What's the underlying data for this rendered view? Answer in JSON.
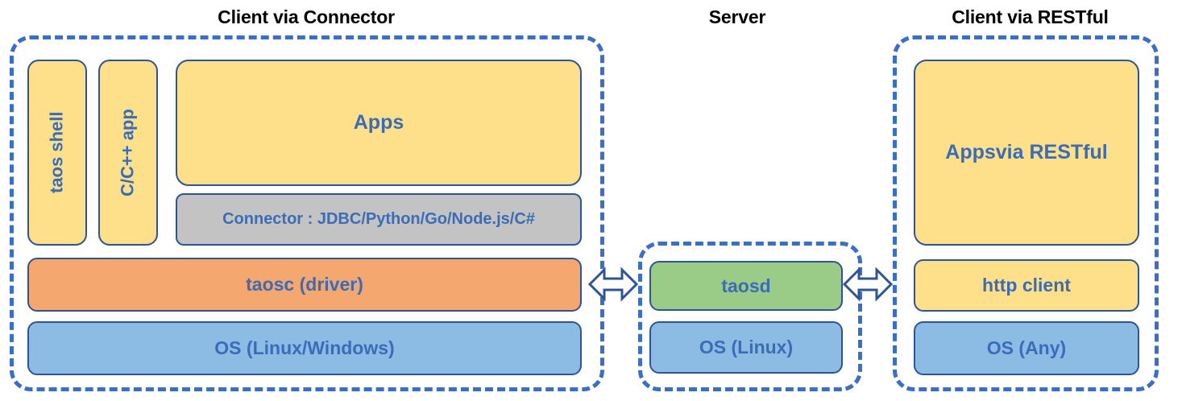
{
  "diagram": {
    "title": "TDengine architecture: client, server and RESTful access paths",
    "sections": [
      {
        "id": "client-connector",
        "title": "Client via Connector",
        "boxes": [
          {
            "id": "taos-shell",
            "label": "taos shell",
            "color": "#fee08a",
            "orientation": "vertical"
          },
          {
            "id": "cpp-app",
            "label": "C/C++ app",
            "color": "#fee08a",
            "orientation": "vertical"
          },
          {
            "id": "apps",
            "label": "Apps",
            "color": "#fee08a",
            "orientation": "horizontal"
          },
          {
            "id": "connector",
            "label": "Connector : JDBC/Python/Go/Node.js/C#",
            "color": "#c3c3c3",
            "orientation": "horizontal"
          },
          {
            "id": "taosc",
            "label": "taosc (driver)",
            "color": "#f4a76e",
            "orientation": "horizontal"
          },
          {
            "id": "os-client",
            "label": "OS (Linux/Windows)",
            "color": "#8cbce4",
            "orientation": "horizontal"
          }
        ]
      },
      {
        "id": "server",
        "title": "Server",
        "boxes": [
          {
            "id": "taosd",
            "label": "taosd",
            "color": "#9acb87",
            "orientation": "horizontal"
          },
          {
            "id": "os-linux",
            "label": "OS (Linux)",
            "color": "#8cbce4",
            "orientation": "horizontal"
          }
        ]
      },
      {
        "id": "client-restful",
        "title": "Client via RESTful",
        "boxes": [
          {
            "id": "apps-restful",
            "label": "Apps\nvia RESTful",
            "line1": "Apps",
            "line2": "via RESTful",
            "color": "#fee08a",
            "orientation": "horizontal"
          },
          {
            "id": "http-client",
            "label": "http client",
            "color": "#fee08a",
            "orientation": "horizontal"
          },
          {
            "id": "os-any",
            "label": "OS (Any)",
            "color": "#8cbce4",
            "orientation": "horizontal"
          }
        ]
      }
    ],
    "connectors": [
      {
        "id": "arrow-client-to-server",
        "icon": "double-arrow-icon",
        "direction": "bidirectional"
      },
      {
        "id": "arrow-server-to-restful",
        "icon": "double-arrow-icon",
        "direction": "bidirectional"
      }
    ],
    "colors": {
      "dashed_border": "#3a6fc4",
      "box_border": "#2f5496",
      "label_text": "#3b6cb8",
      "title_text": "#000000",
      "yellow": "#fee08a",
      "orange": "#f4a76e",
      "blue": "#8cbce4",
      "green": "#9acb87",
      "gray": "#c3c3c3",
      "background": "#ffffff"
    }
  }
}
